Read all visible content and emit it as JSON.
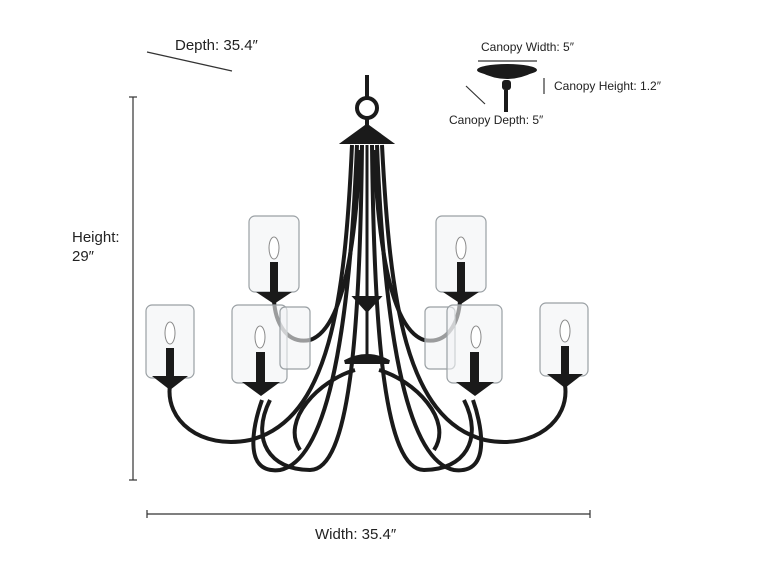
{
  "dimensions": {
    "depth": "Depth: 35.4″",
    "height_label": "Height:",
    "height_value": "29″",
    "width": "Width: 35.4″",
    "canopy_width": "Canopy Width: 5″",
    "canopy_height": "Canopy Height: 1.2″",
    "canopy_depth": "Canopy Depth: 5″"
  },
  "colors": {
    "fixture": "#1a1a1a",
    "glass": "#f2f4f5",
    "line": "#333333"
  }
}
